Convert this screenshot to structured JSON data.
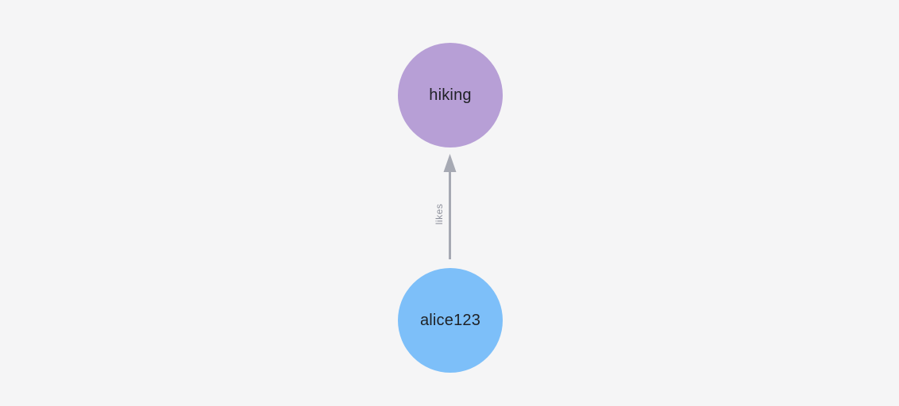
{
  "canvas": {
    "background": "#f5f5f6"
  },
  "graph": {
    "nodes": [
      {
        "id": "hiking",
        "label": "hiking",
        "color": "#b79fd6",
        "text_color": "#1f2125"
      },
      {
        "id": "alice123",
        "label": "alice123",
        "color": "#7dbff9",
        "text_color": "#1f2125"
      }
    ],
    "edge": {
      "label": "likes",
      "from": "alice123",
      "to": "hiking",
      "line_color": "#a6a9b3",
      "label_color": "#8e919c"
    }
  }
}
